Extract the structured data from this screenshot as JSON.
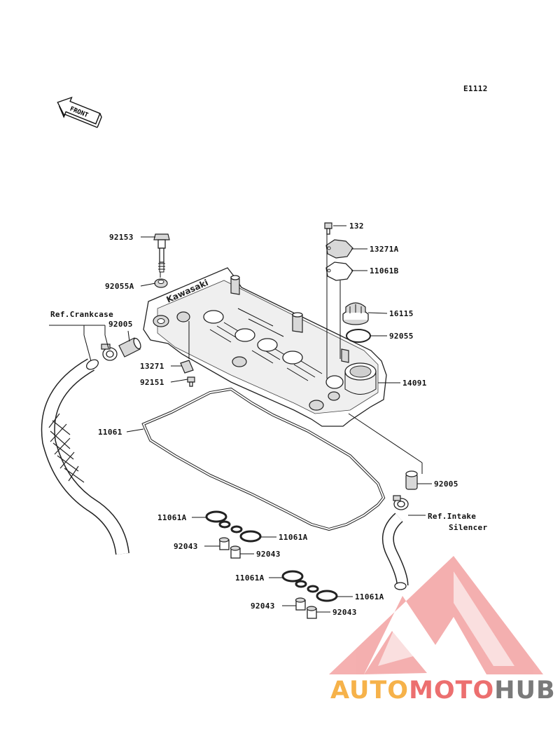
{
  "diagram_code": "E1112",
  "front_label": "FRONT",
  "brand_on_cover": "Kawasaki",
  "labels": {
    "p92153": "92153",
    "p92055A": "92055A",
    "ref_crankcase": "Ref.Crankcase",
    "p92005_left": "92005",
    "p13271": "13271",
    "p92151": "92151",
    "p11061": "11061",
    "p132": "132",
    "p13271A": "13271A",
    "p11061B": "11061B",
    "p16115": "16115",
    "p92055": "92055",
    "p14091": "14091",
    "p92005_right": "92005",
    "ref_intake_1": "Ref.Intake",
    "ref_intake_2": "Silencer",
    "p11061A_1": "11061A",
    "p11061A_2": "11061A",
    "p92043_1": "92043",
    "p92043_2": "92043",
    "p11061A_3": "11061A",
    "p11061A_4": "11061A",
    "p92043_3": "92043",
    "p92043_4": "92043"
  },
  "watermark": {
    "part1": "AUTO",
    "part2": "MOTO",
    "part3": "HUB",
    "color_orange": "#f6b24a",
    "color_red": "#ec6f6f",
    "color_gray": "#7a7a7a"
  }
}
